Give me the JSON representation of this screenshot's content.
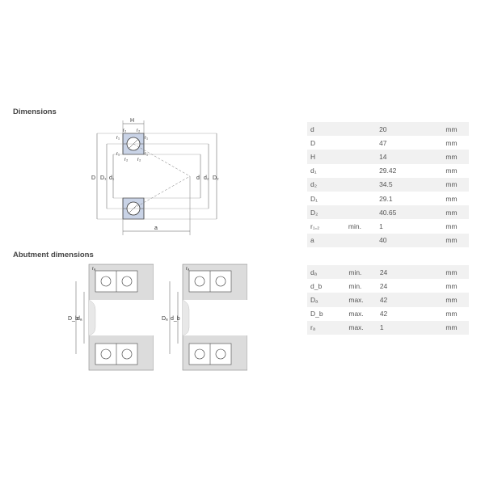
{
  "dimensions": {
    "title": "Dimensions",
    "rows": [
      {
        "symbol": "d",
        "limit": "",
        "value": "20",
        "unit": "mm"
      },
      {
        "symbol": "D",
        "limit": "",
        "value": "47",
        "unit": "mm"
      },
      {
        "symbol": "H",
        "limit": "",
        "value": "14",
        "unit": "mm"
      },
      {
        "symbol": "d₁",
        "limit": "",
        "value": "29.42",
        "unit": "mm"
      },
      {
        "symbol": "d₂",
        "limit": "",
        "value": "34.5",
        "unit": "mm"
      },
      {
        "symbol": "D₁",
        "limit": "",
        "value": "29.1",
        "unit": "mm"
      },
      {
        "symbol": "D₂",
        "limit": "",
        "value": "40.65",
        "unit": "mm"
      },
      {
        "symbol": "r₁,₂",
        "limit": "min.",
        "value": "1",
        "unit": "mm"
      },
      {
        "symbol": "a",
        "limit": "",
        "value": "40",
        "unit": "mm"
      }
    ]
  },
  "abutment": {
    "title": "Abutment dimensions",
    "rows": [
      {
        "symbol": "dₐ",
        "limit": "min.",
        "value": "24",
        "unit": "mm"
      },
      {
        "symbol": "d_b",
        "limit": "min.",
        "value": "24",
        "unit": "mm"
      },
      {
        "symbol": "Dₐ",
        "limit": "max.",
        "value": "42",
        "unit": "mm"
      },
      {
        "symbol": "D_b",
        "limit": "max.",
        "value": "42",
        "unit": "mm"
      },
      {
        "symbol": "rₐ",
        "limit": "max.",
        "value": "1",
        "unit": "mm"
      }
    ]
  },
  "drawing_labels": {
    "H": "H",
    "D": "D",
    "D1": "D₁",
    "d1": "d₁",
    "d": "d",
    "d2": "d₂",
    "D2": "D₂",
    "r1": "r₁",
    "r2": "r₂",
    "a": "a",
    "Db": "D_b",
    "da": "dₐ",
    "Da": "Dₐ",
    "db": "d_b",
    "ra": "rₐ"
  }
}
